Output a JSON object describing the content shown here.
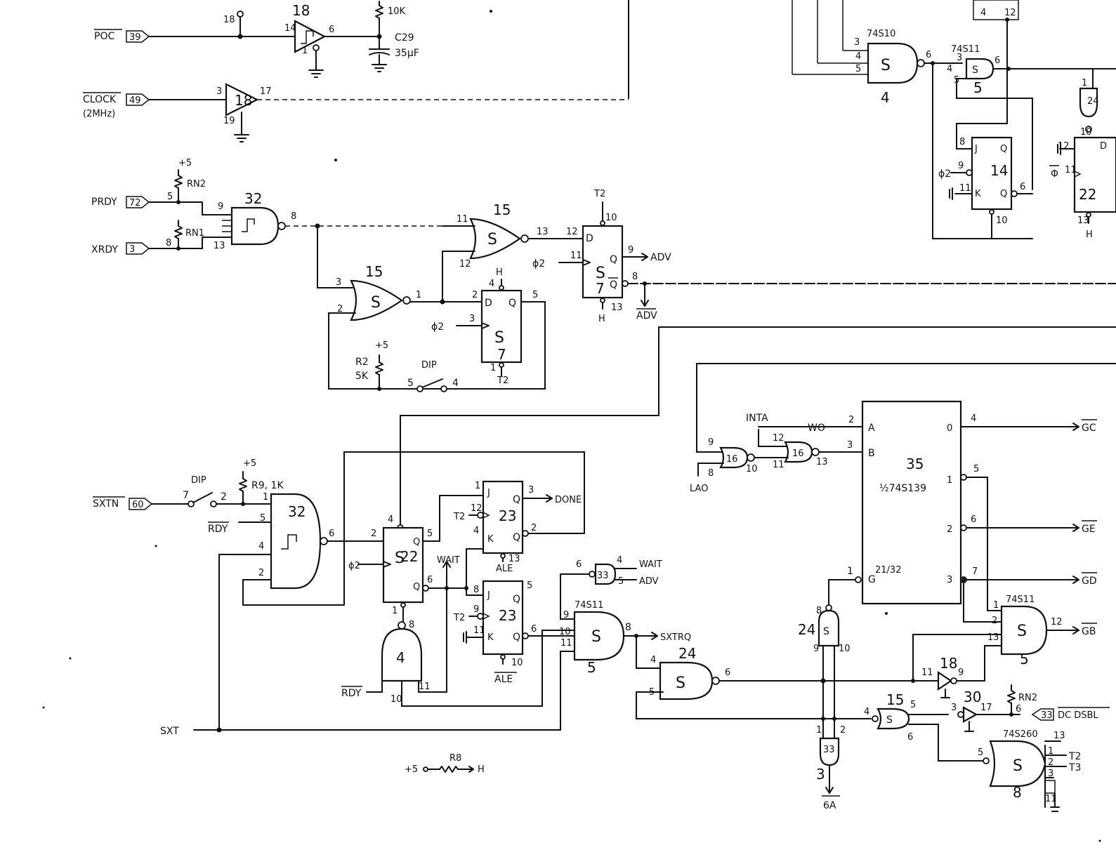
{
  "connectors": {
    "poc": {
      "name": "POC",
      "pin": "39"
    },
    "clock": {
      "name": "CLOCK",
      "pin": "49",
      "note": "(2MHz)"
    },
    "prdy": {
      "name": "PRDY",
      "pin": "72"
    },
    "xrdy": {
      "name": "XRDY",
      "pin": "3"
    },
    "sxtn": {
      "name": "SXTN",
      "pin": "60"
    },
    "dcdsbl": {
      "name": "DC DSBL",
      "pin": "33"
    }
  },
  "labels": {
    "ic18a": "18",
    "ic18b": "18",
    "ic32a": "32",
    "ic32b": "32",
    "ic15a": "15",
    "ic15b": "15",
    "ic7a": "7",
    "ic7b": "7",
    "ic22": "22",
    "ic23a": "23",
    "ic23b": "23",
    "ic4a": "4",
    "ic33a": "33",
    "ic5a": "5",
    "ic24a": "24",
    "ic35": "35",
    "ic35_type": "½74S139",
    "ic16a": "16",
    "ic16b": "16",
    "ic24b": "24",
    "ic33b": "33",
    "ic15c": "15",
    "ic30": "30",
    "ic18c": "18",
    "ic5b": "5",
    "ic8": "8",
    "ic74s260": "74S260",
    "ic74s11b": "74S11",
    "ic4top": "4",
    "ic74s10": "74S10",
    "ic74s11a": "74S11",
    "ic5top": "5",
    "ic14": "14",
    "ic24right": "24",
    "ic22right": "22",
    "s": "S",
    "d": "D",
    "q": "Q",
    "qbar": "Q",
    "j": "J",
    "k": "K",
    "a": "A",
    "b": "B",
    "g": "G",
    "adv": "ADV",
    "advbar": "ADV",
    "done": "DONE",
    "wait": "WAIT",
    "sxtrq": "SXTRQ",
    "sxt": "SXT",
    "rdy": "RDY",
    "inta": "INTA",
    "wo": "WO",
    "lao": "LAO",
    "six_a": "6A",
    "phi2": "ϕ2",
    "t2": "T2",
    "t3": "T3",
    "h": "H",
    "ale": "ALE",
    "dip": "DIP",
    "rn2": "RN2",
    "rn1": "RN1",
    "r2": "R2",
    "r2v": "5K",
    "r9": "R9, 1K",
    "r8": "R8",
    "plus5": "+5",
    "c29": "C29",
    "c29v": "35μF",
    "r10k": "10K",
    "gc": "GC",
    "ge": "GE",
    "gd": "GD",
    "gb": "GB",
    "phi_big": "Φ",
    "out_t2": "T2",
    "out_t3": "T3"
  }
}
